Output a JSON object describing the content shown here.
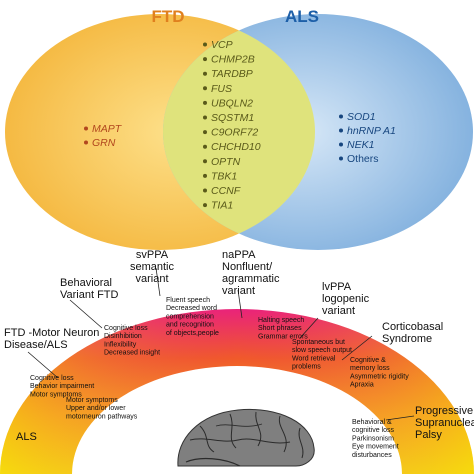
{
  "venn": {
    "ftd_title": "FTD",
    "als_title": "ALS",
    "colors": {
      "ftd_title": "#e0801e",
      "als_title": "#1d5fa8",
      "ftd_fill": "#f7c24a",
      "als_fill": "#7fb2e0",
      "overlap": "#d7dd7a"
    },
    "ftd_genes": [
      "MAPT",
      "GRN"
    ],
    "overlap_genes": [
      "VCP",
      "CHMP2B",
      "TARDBP",
      "FUS",
      "UBQLN2",
      "SQSTM1",
      "C9ORF72",
      "CHCHD10",
      "OPTN",
      "TBK1",
      "CCNF",
      "TIA1"
    ],
    "als_genes": [
      "SOD1",
      "hnRNP A1",
      "NEK1",
      "Others"
    ]
  },
  "spectrum": {
    "labels": {
      "als": "ALS",
      "ftd_mnd": [
        "FTD -Motor Neuron",
        "Disease/ALS"
      ],
      "bvftd": [
        "Behavioral",
        "Variant FTD"
      ],
      "svppa": [
        "svPPA",
        "semantic",
        "variant"
      ],
      "nappa": [
        "naPPA",
        "Nonfluent/",
        "agrammatic",
        "variant"
      ],
      "lvppa": [
        "lvPPA",
        "logopenic",
        "variant"
      ],
      "cbs": [
        "Corticobasal",
        "Syndrome"
      ],
      "psp": [
        "Progressive",
        "Supranuclear",
        "Palsy"
      ]
    },
    "notes": {
      "als": [
        "Motor symptoms",
        "Upper and/or lower",
        "motorneuron pathways"
      ],
      "ftd_mnd": [
        "Cognitive loss",
        "Behavior impairment",
        "Motor symptoms"
      ],
      "bvftd": [
        "Cognitive loss",
        "Disinhibition",
        "Inflexibility",
        "Decreased insight"
      ],
      "svppa": [
        "Fluent speech",
        "Decreased word",
        "comprehension",
        "and recognition",
        "of objects,people"
      ],
      "nappa": [
        "Halting speech",
        "Short phrases",
        "Grammar errors"
      ],
      "lvppa": [
        "Spontaneous but",
        "slow speech output",
        "Word retrieval",
        "problems"
      ],
      "cbs": [
        "Cognitive &",
        "memory loss",
        "Asymmetric rigidity",
        "Apraxia"
      ],
      "psp": [
        "Behavioral &",
        "cognitive loss",
        "Parkinsonism",
        "Eye movement",
        "disturbances"
      ]
    }
  }
}
